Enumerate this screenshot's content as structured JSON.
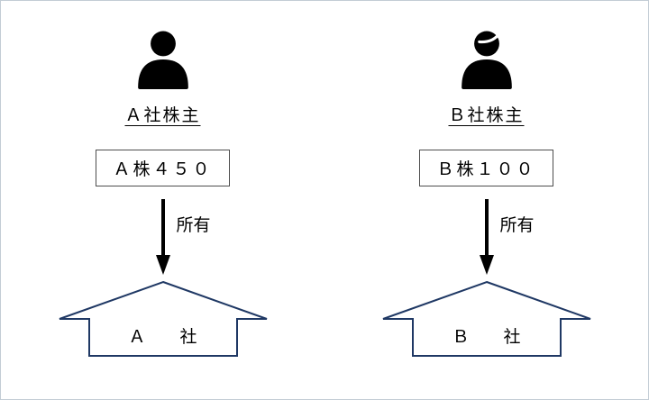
{
  "left": {
    "shareholder_label": "Ａ社株主",
    "shares_box_label": "Ａ株４５０",
    "own_label": "所有",
    "company_label": "Ａ　　社"
  },
  "right": {
    "shareholder_label": "Ｂ社株主",
    "shares_box_label": "Ｂ株１００",
    "own_label": "所有",
    "company_label": "Ｂ　　社"
  },
  "icons": {
    "left_person": "person-icon",
    "right_person": "person-with-hair-icon",
    "arrow": "down-arrow-icon",
    "house": "company-house-shape"
  },
  "colors": {
    "house_outline": "#1f3864",
    "icon_fill": "#000000",
    "box_border": "#4d4d4d",
    "page_border": "#c3ccd5"
  }
}
